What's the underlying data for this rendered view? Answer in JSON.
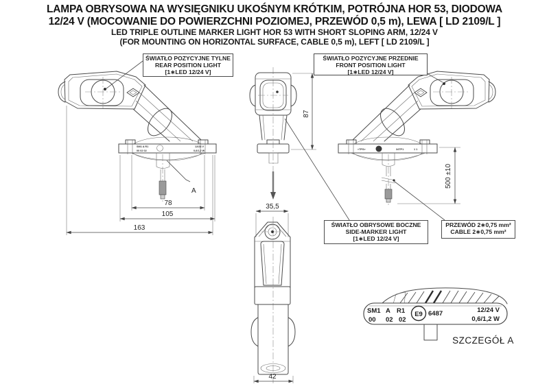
{
  "header": {
    "title_pl_line1": "LAMPA OBRYSOWA NA WYSIĘGNIKU UKOŚNYM KRÓTKIM, POTRÓJNA HOR 53, DIODOWA",
    "title_pl_line2": "12/24 V (MOCOWANIE DO POWIERZCHNI POZIOMEJ, PRZEWÓD 0,5 m), LEWA [ LD 2109/L ]",
    "title_en_line1": "LED TRIPLE OUTLINE MARKER LIGHT HOR 53 WITH SHORT SLOPING ARM, 12/24 V",
    "title_en_line2": "(FOR MOUNTING ON HORIZONTAL SURFACE, CABLE 0,5 m), LEFT [ LD 2109/L ]"
  },
  "callouts": {
    "rear_position": {
      "line1": "ŚWIATŁO POZYCYJNE TYLNE",
      "line2": "REAR POSITION LIGHT",
      "line3": "[1∗LED 12/24 V]"
    },
    "front_position": {
      "line1": "ŚWIATŁO POZYCYJNE PRZEDNIE",
      "line2": "FRONT POSITION LIGHT",
      "line3": "[1∗LED 12/24 V]"
    },
    "side_marker": {
      "line1": "ŚWIATŁO OBRYSOWE BOCZNE",
      "line2": "SIDE-MARKER LIGHT",
      "line3": "[1∗LED 12/24 V]"
    },
    "cable": {
      "line1": "PRZEWÓD 2∗0,75 mm²",
      "line2": "CABLE 2∗0,75 mm²"
    }
  },
  "dimensions": {
    "left_view": {
      "inner": "78",
      "middle": "105",
      "outer": "163"
    },
    "front_view": {
      "height": "87",
      "width_top": "35,5",
      "width_bottom": "42"
    },
    "right_view": {
      "cable_length": "500 ±10"
    }
  },
  "detail": {
    "marker": "A",
    "caption": "SZCZEGÓŁ A",
    "plate": {
      "row1": [
        "SM1",
        "A",
        "R1"
      ],
      "row2": [
        "00",
        "02",
        "02"
      ],
      "e_mark": "E9",
      "approval": "6487",
      "voltage": "12/24 V",
      "power": "0,6/1,2 W"
    }
  },
  "base_labels": {
    "left_row1": "SM1 A R1",
    "left_row2": "00 02 02",
    "left_voltage": "12/24 V",
    "left_power": "0,6/1,2 W",
    "right_tps": "«TPS»",
    "right_code": "34TP1",
    "right_end": "1  1"
  },
  "colors": {
    "line": "#4a4a4a",
    "text": "#1a1a1a",
    "background": "#ffffff"
  }
}
